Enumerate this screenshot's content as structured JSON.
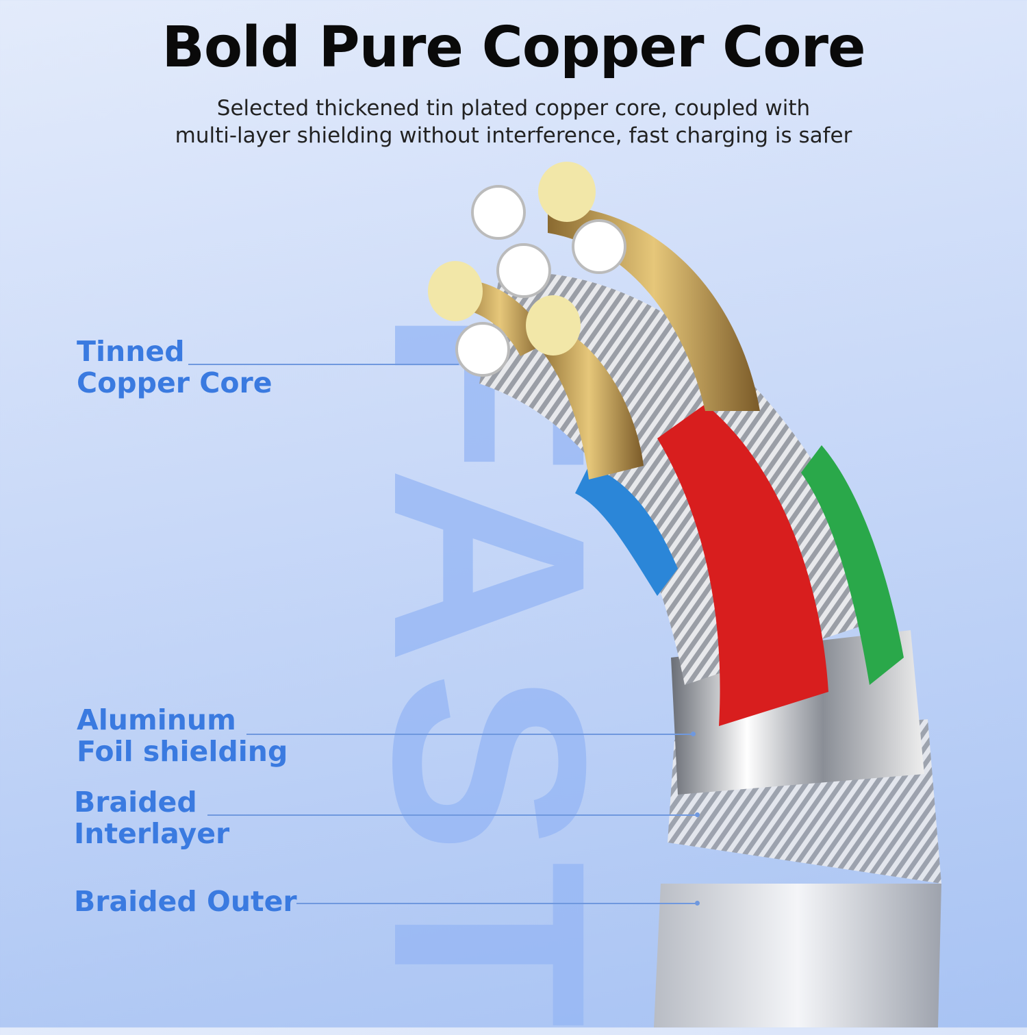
{
  "header": {
    "title": "Bold Pure Copper Core",
    "subtitle_line1": "Selected thickened tin plated copper core, coupled with",
    "subtitle_line2": "multi-layer shielding without interference, fast charging is safer"
  },
  "watermark": "FAST",
  "labels": [
    {
      "line1": "Tinned",
      "line2": "Copper Core"
    },
    {
      "line1": "Aluminum",
      "line2": "Foil shielding"
    },
    {
      "line1": "Braided",
      "line2": "Interlayer"
    },
    {
      "line1": "Braided Outer"
    }
  ],
  "colors": {
    "label": "#3a7ae0",
    "wire_red": "#d81e1e",
    "wire_green": "#2aa84a",
    "wire_blue": "#2b86d8",
    "copper": "#c9a45a"
  }
}
